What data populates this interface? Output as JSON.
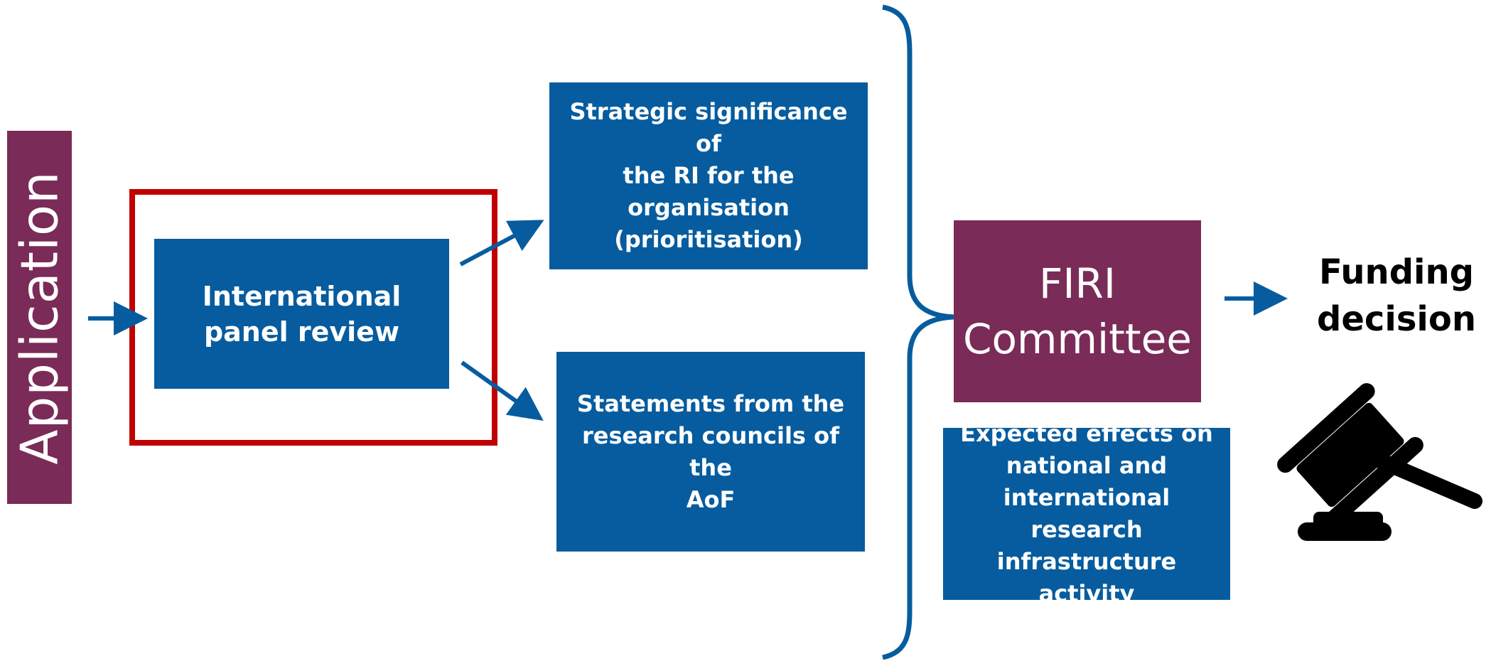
{
  "nodes": {
    "application": "Application",
    "panel_review": "International\npanel review",
    "strategic": "Strategic significance of\nthe RI for the\norganisation\n(prioritisation)",
    "statements": "Statements from the\nresearch councils of the\nAoF",
    "firi_committee": "FIRI\nCommittee",
    "effects": "Expected effects on\nnational and\ninternational\nresearch\ninfrastructure activity",
    "funding_decision": "Funding\ndecision"
  },
  "colors": {
    "blue": "#065c9e",
    "purple": "#7b2b57",
    "highlight_red": "#c00000",
    "arrow_blue": "#065c9e",
    "icon_black": "#000000"
  },
  "icons": {
    "decision": "gavel-icon"
  }
}
